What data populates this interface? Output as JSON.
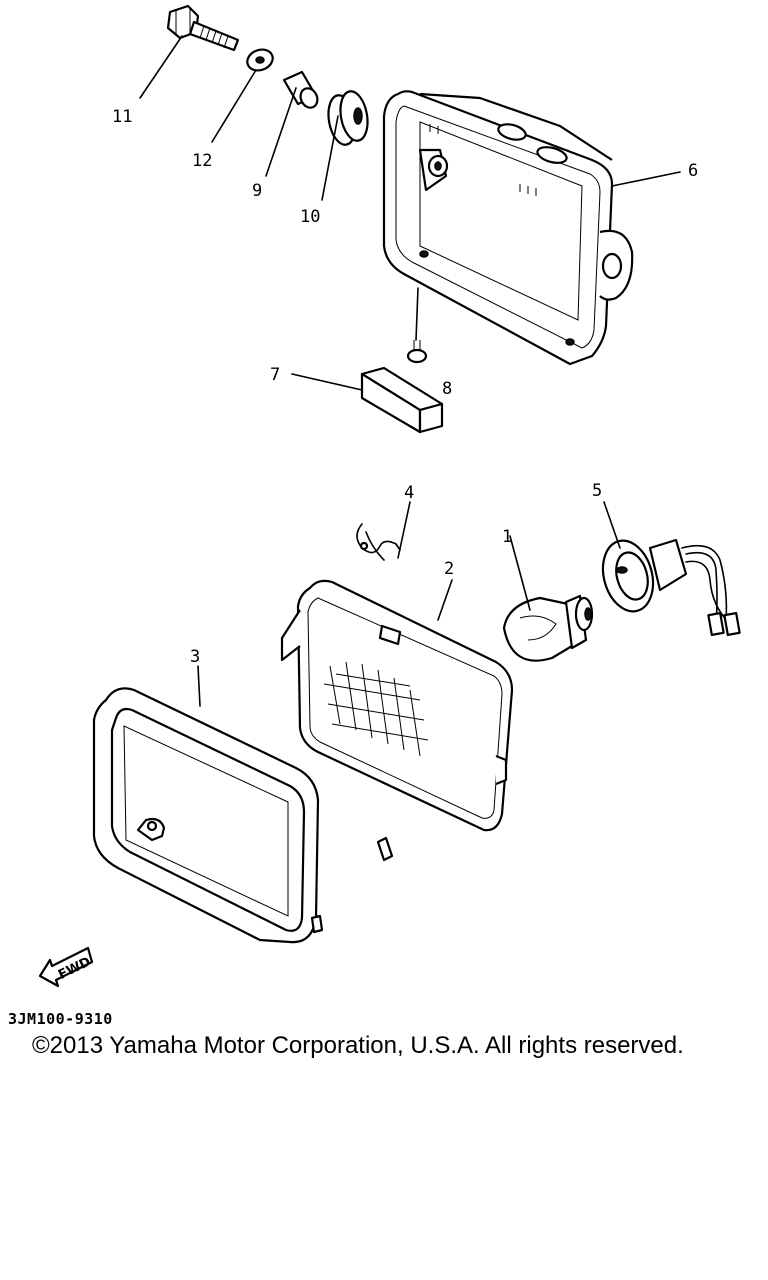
{
  "diagram": {
    "callouts": {
      "c1": "1",
      "c2": "2",
      "c3": "3",
      "c4": "4",
      "c5": "5",
      "c6": "6",
      "c7": "7",
      "c8": "8",
      "c9": "9",
      "c10": "10",
      "c11": "11",
      "c12": "12"
    },
    "fwd_label": "FWD"
  },
  "footer": {
    "diagram_code": "3JM100-9310",
    "copyright": "©2013 Yamaha Motor Corporation, U.S.A. All rights reserved."
  }
}
